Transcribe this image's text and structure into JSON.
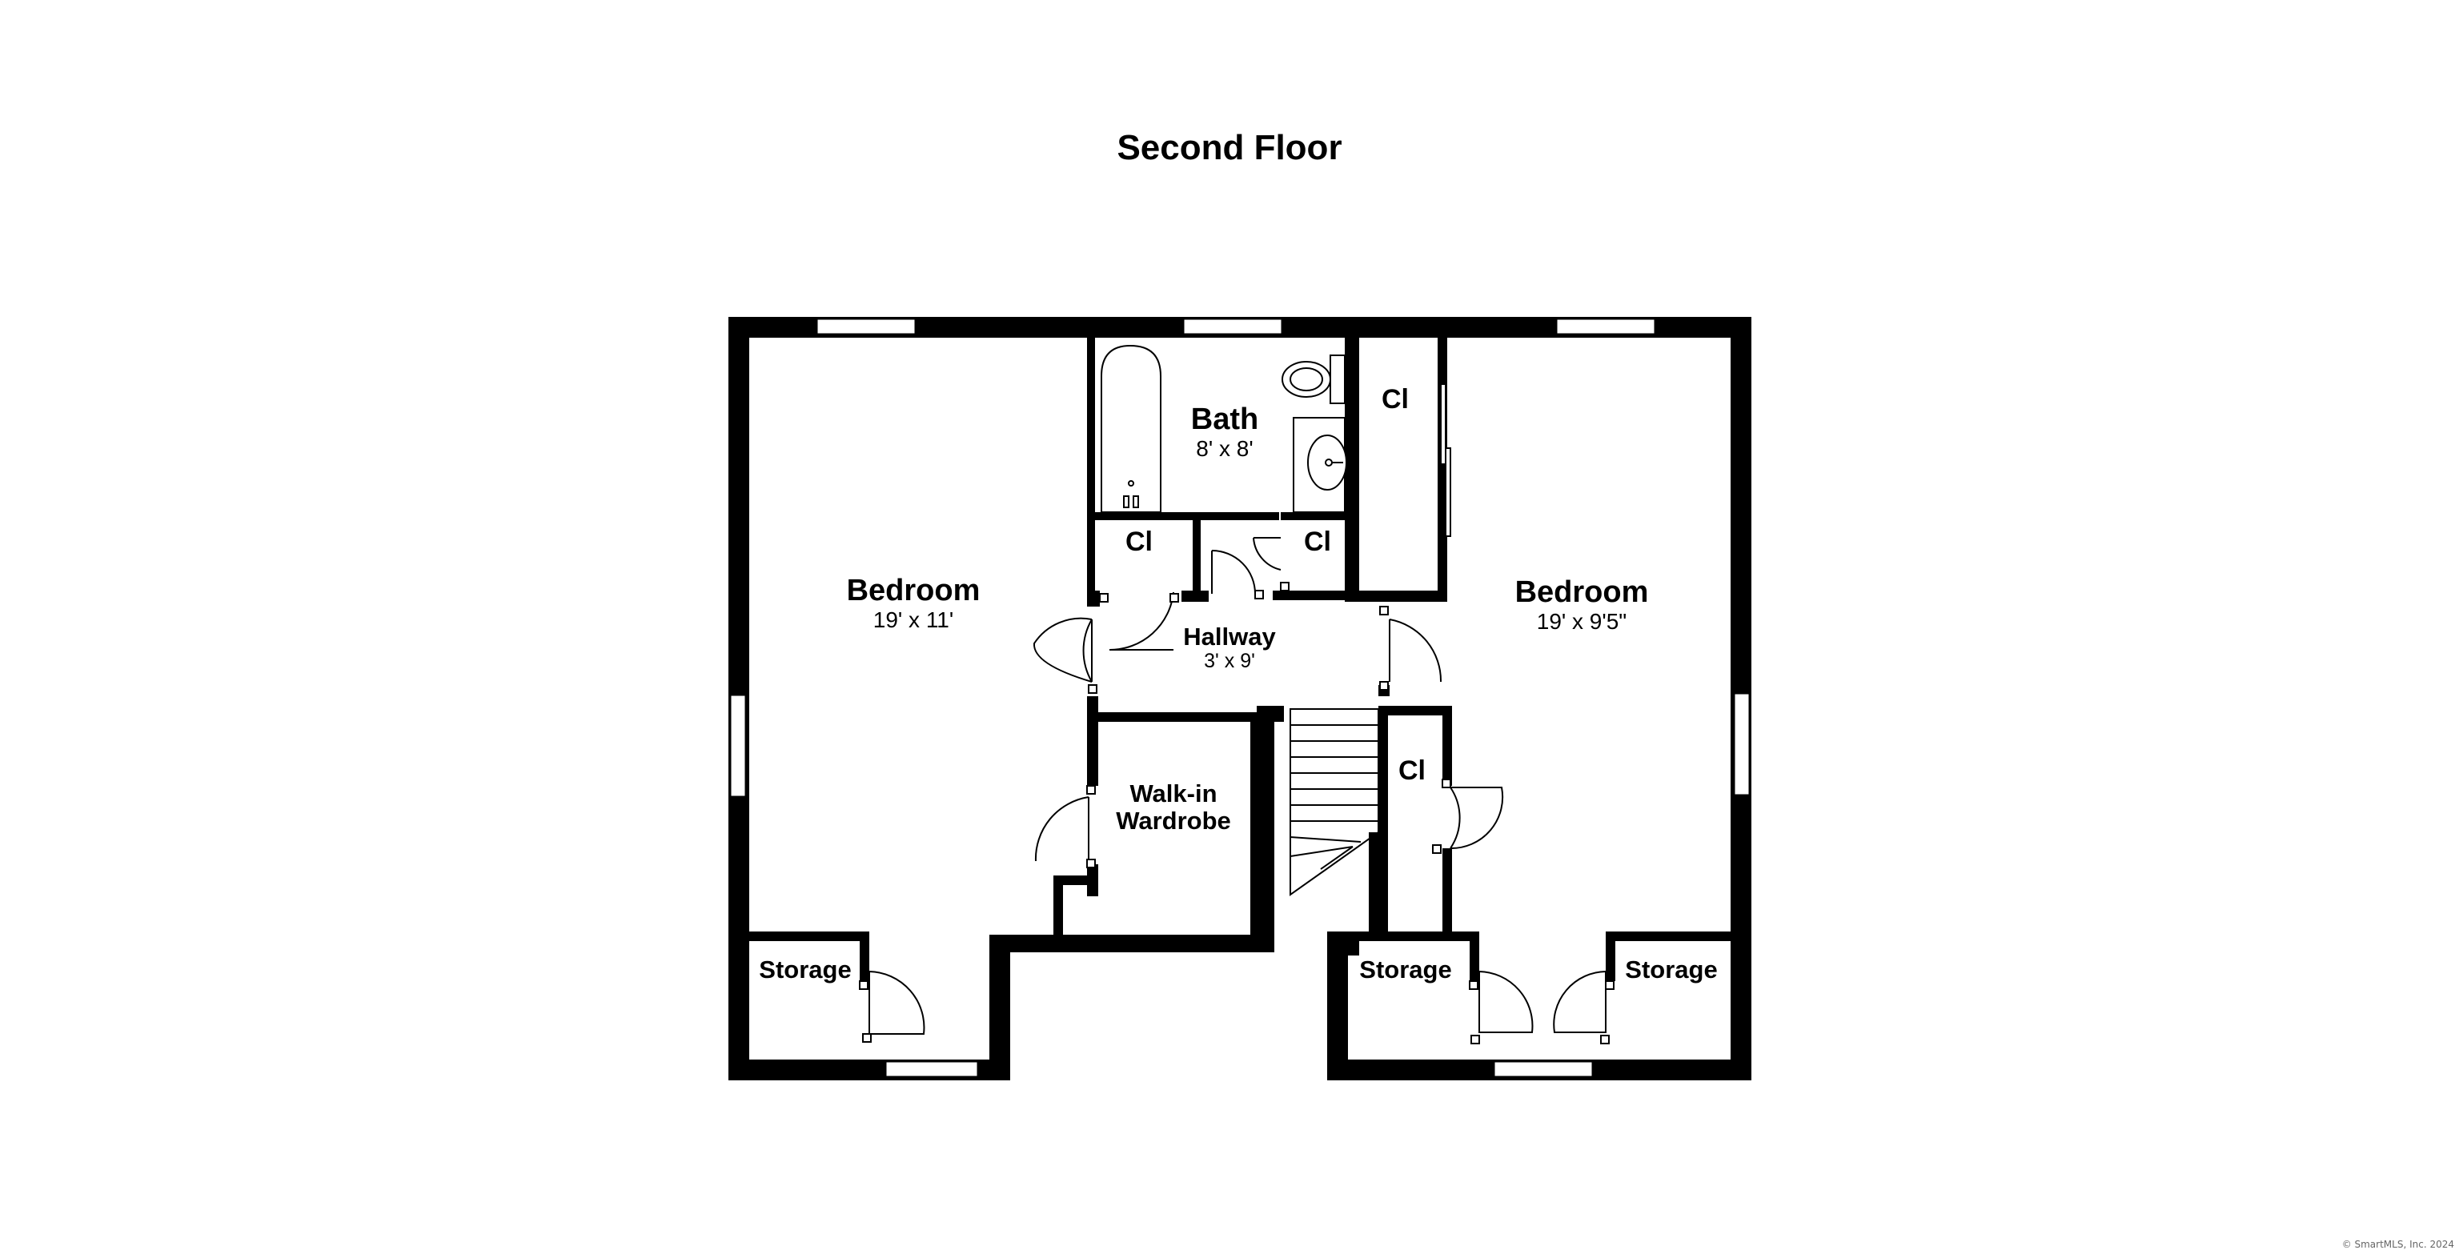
{
  "title": "Second Floor",
  "copyright": "© SmartMLS, Inc. 2024",
  "rooms": {
    "bedroom_left": {
      "name": "Bedroom",
      "dims": "19' x 11'"
    },
    "bath": {
      "name": "Bath",
      "dims": "8' x 8'"
    },
    "closet_bath_right": {
      "name": "Cl"
    },
    "closet_hall_left": {
      "name": "Cl"
    },
    "closet_hall_right": {
      "name": "Cl"
    },
    "bedroom_right": {
      "name": "Bedroom",
      "dims": "19' x 9'5\""
    },
    "hallway": {
      "name": "Hallway",
      "dims": "3' x 9'"
    },
    "walkin": {
      "name_line1": "Walk-in",
      "name_line2": "Wardrobe"
    },
    "closet_right_lower": {
      "name": "Cl"
    },
    "storage_left": {
      "name": "Storage"
    },
    "storage_mid": {
      "name": "Storage"
    },
    "storage_right": {
      "name": "Storage"
    }
  }
}
